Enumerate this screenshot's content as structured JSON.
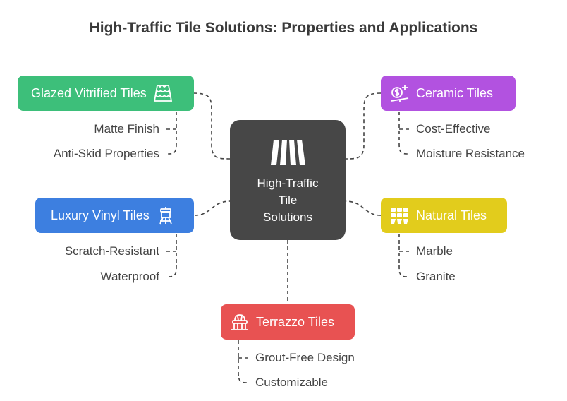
{
  "title": "High-Traffic Tile Solutions: Properties and Applications",
  "center": {
    "lines": [
      "High-Traffic",
      "Tile",
      "Solutions"
    ],
    "icon": "tile-stack-icon"
  },
  "branches": {
    "glazed": {
      "label": "Glazed Vitrified Tiles",
      "color": "#3dbf7a",
      "icon": "scale-pattern-icon",
      "items": [
        "Matte Finish",
        "Anti-Skid Properties"
      ]
    },
    "ceramic": {
      "label": "Ceramic Tiles",
      "color": "#b252e0",
      "icon": "cost-scale-icon",
      "items": [
        "Cost-Effective",
        "Moisture Resistance"
      ]
    },
    "vinyl": {
      "label": "Luxury Vinyl Tiles",
      "color": "#3d7fe0",
      "icon": "easel-icon",
      "items": [
        "Scratch-Resistant",
        "Waterproof"
      ]
    },
    "natural": {
      "label": "Natural Tiles",
      "color": "#e2cc1c",
      "icon": "roof-tiles-icon",
      "items": [
        "Marble",
        "Granite"
      ]
    },
    "terrazzo": {
      "label": "Terrazzo Tiles",
      "color": "#e85252",
      "icon": "dome-building-icon",
      "items": [
        "Grout-Free Design",
        "Customizable"
      ]
    }
  },
  "colors": {
    "center": "#474747",
    "connector": "#444444"
  }
}
